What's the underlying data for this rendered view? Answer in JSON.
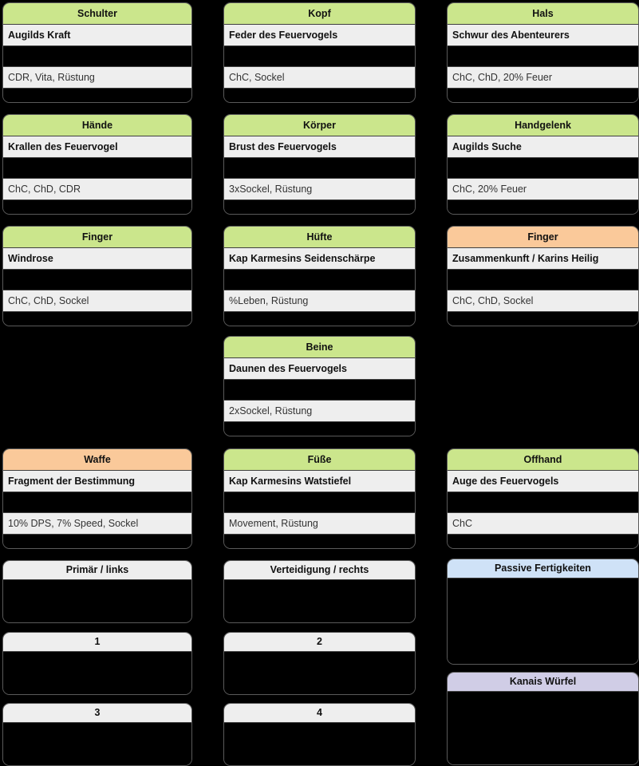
{
  "palette": {
    "green_header": "#cbe68c",
    "orange_header": "#fac99a",
    "blue_header": "#cfe2f7",
    "lavender_header": "#d0cde6",
    "grey_header": "#eeeeee",
    "row_bg": "#eeeeee",
    "background": "#000000",
    "card_border": "#5a5a5a"
  },
  "gear": [
    {
      "slot": "Schulter",
      "item": "Augilds Kraft",
      "detail": "CDR, Vita, Rüstung",
      "header_color": "#cbe68c",
      "col": 0,
      "row": 0
    },
    {
      "slot": "Kopf",
      "item": "Feder des Feuervogels",
      "detail": "ChC, Sockel",
      "header_color": "#cbe68c",
      "col": 1,
      "row": 0
    },
    {
      "slot": "Hals",
      "item": "Schwur des Abenteurers",
      "detail": "ChC, ChD, 20% Feuer",
      "header_color": "#cbe68c",
      "col": 2,
      "row": 0
    },
    {
      "slot": "Hände",
      "item": "Krallen des Feuervogel",
      "detail": "ChC, ChD, CDR",
      "header_color": "#cbe68c",
      "col": 0,
      "row": 1
    },
    {
      "slot": "Körper",
      "item": "Brust des Feuervogels",
      "detail": "3xSockel, Rüstung",
      "header_color": "#cbe68c",
      "col": 1,
      "row": 1
    },
    {
      "slot": "Handgelenk",
      "item": "Augilds Suche",
      "detail": "ChC, 20% Feuer",
      "header_color": "#cbe68c",
      "col": 2,
      "row": 1
    },
    {
      "slot": "Finger",
      "item": "Windrose",
      "detail": "ChC, ChD, Sockel",
      "header_color": "#cbe68c",
      "col": 0,
      "row": 2
    },
    {
      "slot": "Hüfte",
      "item": "Kap Karmesins Seidenschärpe",
      "detail": "%Leben, Rüstung",
      "header_color": "#cbe68c",
      "col": 1,
      "row": 2
    },
    {
      "slot": "Finger",
      "item": "Zusammenkunft / Karins Heilig",
      "detail": "ChC, ChD, Sockel",
      "header_color": "#fac99a",
      "col": 2,
      "row": 2
    },
    {
      "slot": "Beine",
      "item": "Daunen des Feuervogels",
      "detail": "2xSockel, Rüstung",
      "header_color": "#cbe68c",
      "col": 1,
      "row": 3
    },
    {
      "slot": "Waffe",
      "item": "Fragment der Bestimmung",
      "detail": "10% DPS, 7% Speed, Sockel",
      "header_color": "#fac99a",
      "col": 0,
      "row": 4
    },
    {
      "slot": "Füße",
      "item": "Kap Karmesins Watstiefel",
      "detail": "Movement, Rüstung",
      "header_color": "#cbe68c",
      "col": 1,
      "row": 4
    },
    {
      "slot": "Offhand",
      "item": "Auge des Feuervogels",
      "detail": "ChC",
      "header_color": "#cbe68c",
      "col": 2,
      "row": 4
    }
  ],
  "skills": [
    {
      "label": "Primär / links",
      "header_color": "#eeeeee",
      "col": 0,
      "row": 0
    },
    {
      "label": "Verteidigung / rechts",
      "header_color": "#eeeeee",
      "col": 1,
      "row": 0
    },
    {
      "label": "Passive Fertigkeiten",
      "header_color": "#cfe2f7",
      "col": 2,
      "row": 0
    },
    {
      "label": "1",
      "header_color": "#eeeeee",
      "col": 0,
      "row": 1
    },
    {
      "label": "2",
      "header_color": "#eeeeee",
      "col": 1,
      "row": 1
    },
    {
      "label": "Kanais Würfel",
      "header_color": "#d0cde6",
      "col": 2,
      "row": 1
    },
    {
      "label": "3",
      "header_color": "#eeeeee",
      "col": 0,
      "row": 2
    },
    {
      "label": "4",
      "header_color": "#eeeeee",
      "col": 1,
      "row": 2
    }
  ]
}
